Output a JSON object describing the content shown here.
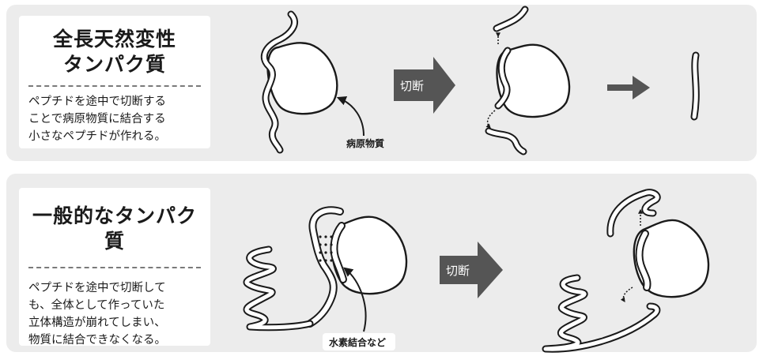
{
  "panel1": {
    "title": "全長天然変性\nタンパク質",
    "description": "ペプチドを途中で切断する\nことで病原物質に結合する\n小さなペプチドが作れる。",
    "arrow_label": "切断",
    "callout": "病原物質"
  },
  "panel2": {
    "title": "一般的なタンパク質",
    "description": "ペプチドを途中で切断して\nも、全体として作っていた\n立体構造が崩れてしまい、\n物質に結合できなくなる。",
    "arrow_label": "切断",
    "callout": "水素結合など"
  },
  "colors": {
    "panel_bg": "#ececec",
    "card_bg": "#ffffff",
    "arrow_fill": "#555555",
    "stroke": "#1a1a1a"
  }
}
